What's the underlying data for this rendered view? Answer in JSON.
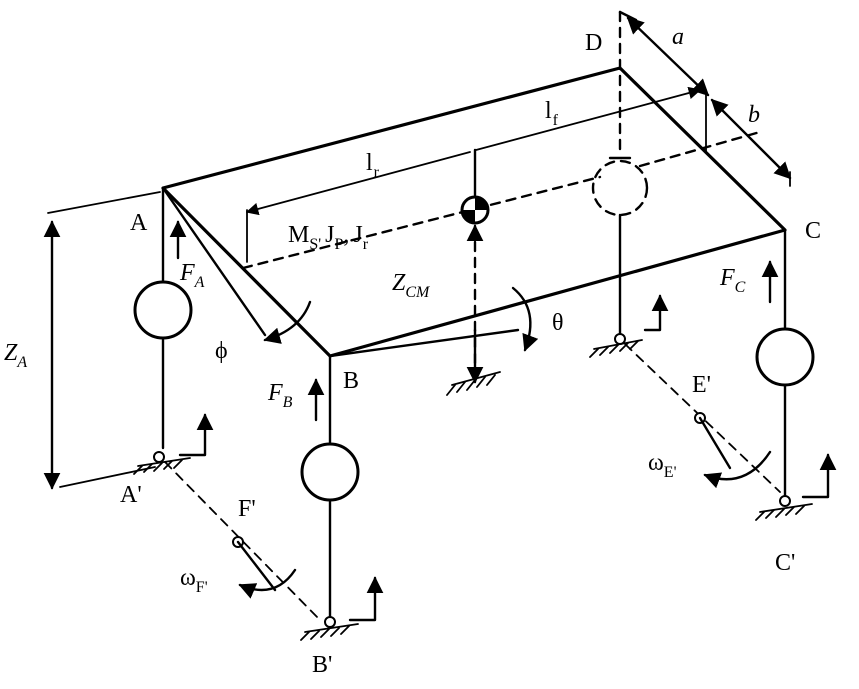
{
  "labels": {
    "A": "A",
    "B": "B",
    "C": "C",
    "D": "D",
    "A_prime": "A'",
    "B_prime": "B'",
    "C_prime": "C'",
    "E_prime": "E'",
    "F_prime": "F'",
    "a": "a",
    "b": "b",
    "l_r": "l",
    "l_r_sub": "r",
    "l_f": "l",
    "l_f_sub": "f",
    "M": "M",
    "M_sub": "S'",
    "J1": "J",
    "J1_sub": "P",
    "comma": ",",
    "J2": "J",
    "J2_sub": "r",
    "Z_CM": "Z",
    "Z_CM_sub": "CM",
    "Z_A": "Z",
    "Z_A_sub": "A",
    "F_A": "F",
    "F_A_sub": "A",
    "F_B": "F",
    "F_B_sub": "B",
    "F_C": "F",
    "F_C_sub": "C",
    "theta": "θ",
    "phi": "ϕ",
    "omega_E": "ω",
    "omega_E_sub": "E'",
    "omega_F": "ω",
    "omega_F_sub": "F'"
  }
}
